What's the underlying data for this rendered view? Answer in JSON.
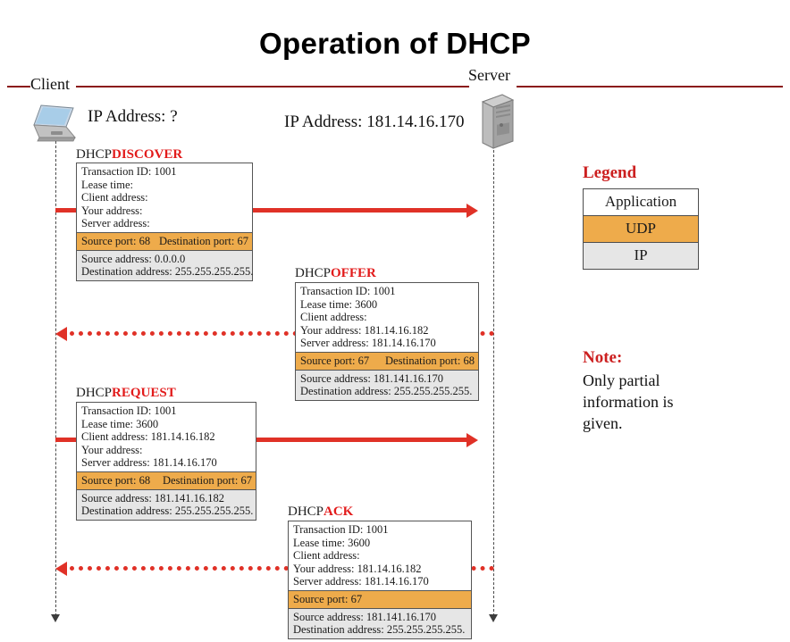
{
  "title": "Operation of DHCP",
  "roles": {
    "client": "Client",
    "server": "Server"
  },
  "addresses": {
    "client_ip": "IP Address: ?",
    "server_ip": "IP Address: 181.14.16.170"
  },
  "messages": [
    {
      "name_prefix": "DHCP",
      "name_highlight": "DISCOVER",
      "direction": "client-to-server",
      "arrow_style": "solid",
      "application": [
        "Transaction ID: 1001",
        "Lease time:",
        "Client address:",
        "Your address:",
        "Server address:"
      ],
      "udp": {
        "source_port": "Source port: 68",
        "destination_port": "Destination port: 67"
      },
      "ip": [
        "Source address: 0.0.0.0",
        "Destination address: 255.255.255.255."
      ]
    },
    {
      "name_prefix": "DHCP",
      "name_highlight": "OFFER",
      "direction": "server-to-client",
      "arrow_style": "dotted",
      "application": [
        "Transaction ID: 1001",
        "Lease time: 3600",
        "Client address:",
        "Your address: 181.14.16.182",
        "Server address: 181.14.16.170"
      ],
      "udp": {
        "source_port": "Source port: 67",
        "destination_port": "Destination port: 68"
      },
      "ip": [
        "Source address: 181.141.16.170",
        "Destination address: 255.255.255.255."
      ]
    },
    {
      "name_prefix": "DHCP",
      "name_highlight": "REQUEST",
      "direction": "client-to-server",
      "arrow_style": "solid",
      "application": [
        "Transaction ID: 1001",
        "Lease time: 3600",
        "Client address: 181.14.16.182",
        "Your address:",
        "Server address: 181.14.16.170"
      ],
      "udp": {
        "source_port": "Source port: 68",
        "destination_port": "Destination port: 67"
      },
      "ip": [
        "Source address: 181.141.16.182",
        "Destination address: 255.255.255.255."
      ]
    },
    {
      "name_prefix": "DHCP",
      "name_highlight": "ACK",
      "direction": "server-to-client",
      "arrow_style": "dotted",
      "application": [
        "Transaction ID: 1001",
        "Lease time: 3600",
        "Client address:",
        "Your address: 181.14.16.182",
        "Server address: 181.14.16.170"
      ],
      "udp": {
        "source_port": "Source port: 67",
        "destination_port": ""
      },
      "ip": [
        "Source address: 181.141.16.170",
        "Destination address: 255.255.255.255."
      ]
    }
  ],
  "legend": {
    "title": "Legend",
    "layers": [
      "Application",
      "UDP",
      "IP"
    ]
  },
  "note": {
    "title": "Note:",
    "body": "Only partial information is given."
  },
  "colors": {
    "arrow_red": "#e03127",
    "accent_red": "#cc2020",
    "rule_dark_red": "#8b1a1a",
    "udp_orange": "#eeab4b",
    "ip_gray": "#e6e6e6"
  }
}
